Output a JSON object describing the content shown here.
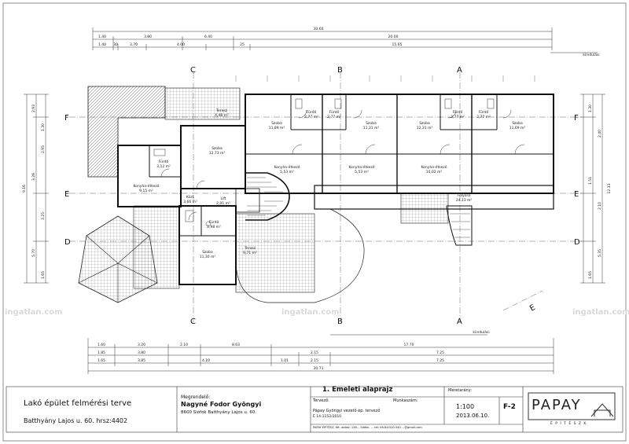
{
  "project": {
    "title": "Lakó épület felmérési terve",
    "address": "Batthyány Lajos u. 60.  hrsz:4402"
  },
  "client": {
    "label": "Megrendelő:",
    "name": "Nagyné Fodor Gyöngyi",
    "address": "8600 Siófok Batthyány Lajos u. 60."
  },
  "sheet": {
    "drawing_title": "1. Emeleti alaprajz",
    "designer_label": "Tervező:",
    "designer_value": "Pápay Gyöngyi vezető ép. tervező",
    "designer_number": "É 14-1152/2010",
    "work_label": "Munkaszám:",
    "scale_label": "Méretarány:",
    "scale": "1:100",
    "date": "2013.06.10.",
    "sheet_no": "F-2",
    "firm": "PAPAY",
    "firm_sub": "É P Í T É S Z K",
    "firm_contact": "PAPAY ÉPÍTÉSZ, Kft. adósz: 136... Siófok, ... tel: 06-84/310-540 ...@gmail.com"
  },
  "watermark": "ingatlan.com",
  "axes": {
    "A": "A",
    "B": "B",
    "C": "C",
    "D": "D",
    "E": "E",
    "F": "F"
  },
  "levels": {
    "top": "kiindulási",
    "bottom": "kiindulási"
  },
  "dims": {
    "top_total": "30.60",
    "top_row1": [
      "1.40",
      "3.80",
      "6.40",
      "20.00"
    ],
    "top_row2": [
      "1.40",
      "30",
      "3.70",
      "4.00",
      "25",
      "15.65"
    ],
    "bot_row1": [
      "1.60",
      "3.20",
      "2.10",
      "8.63",
      "17.70"
    ],
    "bot_row2": [
      "1.85",
      "3.80",
      "2.15",
      "7.25"
    ],
    "bot_row3": [
      "1.65",
      "3.85",
      "4.10",
      "1.01",
      "2.15",
      "7.25"
    ],
    "bot_total": "30.71",
    "left": [
      "2.93",
      "1.30",
      "2.95",
      "3.26",
      "9.16",
      "3.25",
      "5.70",
      "1.65"
    ],
    "right": [
      "1.30",
      "2.40",
      "1.51",
      "2.10",
      "12.13",
      "5.35",
      "1.65"
    ]
  },
  "rooms": [
    {
      "name": "Szoba",
      "area": "11,89 m²"
    },
    {
      "name": "Fürdő",
      "area": "2,77 m²"
    },
    {
      "name": "Fürdő",
      "area": "2,77 m²"
    },
    {
      "name": "Szoba",
      "area": "11,31 m²"
    },
    {
      "name": "Szoba",
      "area": "12,31 m²"
    },
    {
      "name": "Fürdő",
      "area": "2,77 m²"
    },
    {
      "name": "Fürdő",
      "area": "2,77 m²"
    },
    {
      "name": "Szoba",
      "area": "11,69 m²"
    },
    {
      "name": "Terasz",
      "area": "4,48 m²"
    },
    {
      "name": "Szoba",
      "area": "12,73 m²"
    },
    {
      "name": "Fürdő",
      "area": "3,12 m²"
    },
    {
      "name": "Konyha-étkező",
      "area": "9,15 m²"
    },
    {
      "name": "Konyha-étkező",
      "area": "5,53 m²"
    },
    {
      "name": "Konyha-étkező",
      "area": "5,53 m²"
    },
    {
      "name": "Konyha-étkező",
      "area": "10,02 m²"
    },
    {
      "name": "Közl.",
      "area": "3,66 m²"
    },
    {
      "name": "Lift",
      "area": "2,01 m²"
    },
    {
      "name": "Fürdő",
      "area": "2,98 m²"
    },
    {
      "name": "Szoba",
      "area": "11,30 m²"
    },
    {
      "name": "Terasz",
      "area": "9,71 m²"
    },
    {
      "name": "Folyosó",
      "area": "24,13 m²"
    }
  ]
}
